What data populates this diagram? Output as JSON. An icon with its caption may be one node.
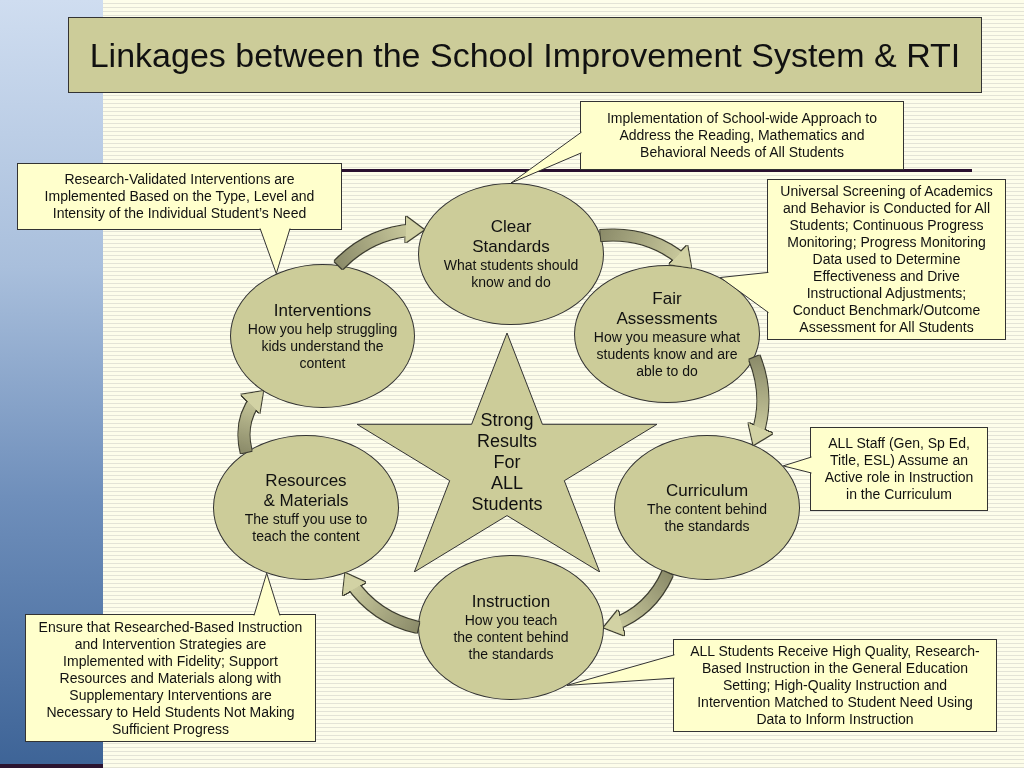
{
  "diagram": {
    "title": "Linkages between the School Improvement System & RTI",
    "nodes": [
      {
        "text": [
          "Clear Standards",
          "What students should know and do"
        ]
      },
      {
        "text": [
          "Fair Assessments",
          "How you measure what students know and are able to do"
        ]
      },
      {
        "text": [
          "Curriculum",
          "The content behind the standards"
        ]
      },
      {
        "text": [
          "Instruction",
          "How you teach the content behind the standards"
        ]
      },
      {
        "text": [
          "Resources & Materials",
          "The stuff you use to teach the content"
        ]
      },
      {
        "text": [
          "Interventions",
          "How you help struggling kids understand the content"
        ]
      },
      {
        "text": [
          "Strong Results For ALL Students"
        ]
      },
      {
        "text": [
          "Research-Validated Interventions are Implemented Based on the Type, Level and Intensity of the Individual Student’s Need"
        ]
      },
      {
        "text": [
          "Implementation of School-wide Approach to Address the Reading, Mathematics and Behavioral Needs of All Students"
        ]
      },
      {
        "text": [
          "Universal Screening of Academics and Behavior is Conducted for All Students; Continuous Progress Monitoring; Progress Monitoring Data used to Determine Effectiveness and Drive Instructional Adjustments; Conduct Benchmark/Outcome Assessment for All Students"
        ]
      },
      {
        "text": [
          "ALL Staff (Gen, Sp Ed, Title, ESL) Assume an Active role in Instruction in the Curriculum"
        ]
      },
      {
        "text": [
          "ALL Students Receive High Quality, Research-Based Instruction in the General Education Setting; High-Quality Instruction and Intervention Matched to Student Need Using Data to Inform Instruction"
        ]
      },
      {
        "text": [
          "Ensure that Researched-Based Instruction and Intervention Strategies are Implemented with Fidelity; Support Resources and Materials along with Supplementary Interventions are Necessary to Held Students Not Making Sufficient Progress"
        ]
      }
    ],
    "edges": [
      {
        "from": 0,
        "to": 1,
        "arrow": "to"
      },
      {
        "from": 1,
        "to": 2,
        "arrow": "to"
      },
      {
        "from": 2,
        "to": 3,
        "arrow": "to"
      },
      {
        "from": 3,
        "to": 4,
        "arrow": "to"
      },
      {
        "from": 4,
        "to": 5,
        "arrow": "to"
      },
      {
        "from": 5,
        "to": 0,
        "arrow": "to"
      },
      {
        "from": 7,
        "to": 5,
        "arrow": "to"
      },
      {
        "from": 8,
        "to": 0,
        "arrow": "to"
      },
      {
        "from": 9,
        "to": 1,
        "arrow": "to"
      },
      {
        "from": 10,
        "to": 2,
        "arrow": "to"
      },
      {
        "from": 11,
        "to": 3,
        "arrow": "to"
      },
      {
        "from": 12,
        "to": 4,
        "arrow": "to"
      }
    ]
  }
}
